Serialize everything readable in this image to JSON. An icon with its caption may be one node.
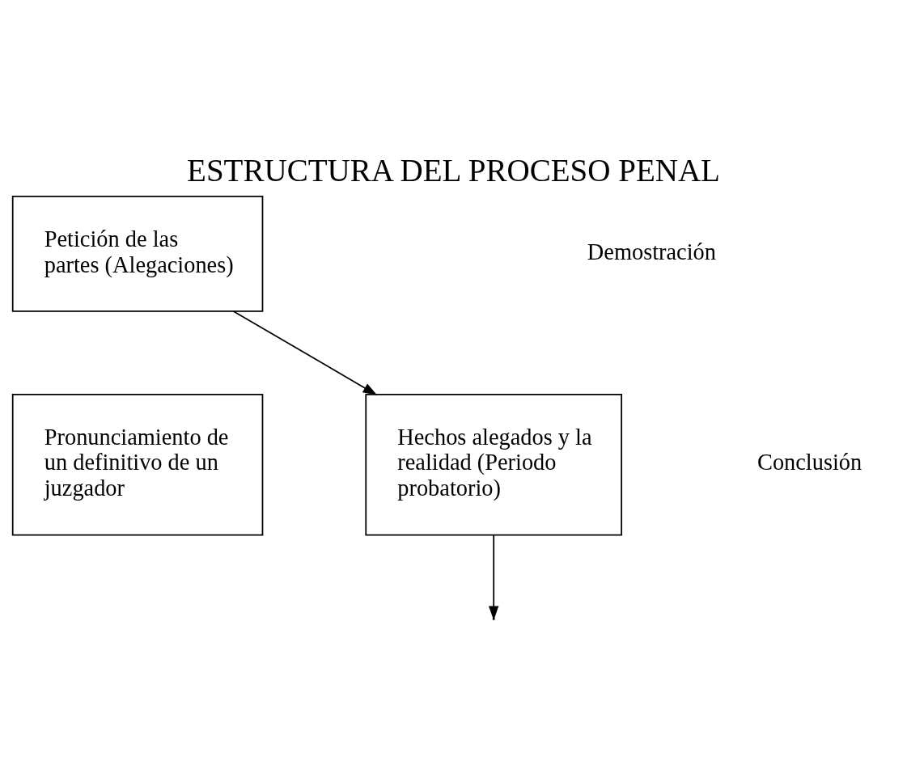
{
  "diagram": {
    "title": "ESTRUCTURA DEL PROCESO PENAL",
    "nodes": [
      {
        "text": [
          "Petición de las partes (Alegaciones)"
        ]
      },
      {
        "text": [
          "Hechos alegados y la realidad (Periodo probatorio)"
        ]
      },
      {
        "text": [
          "Pronunciamiento de un definitivo de un juzgador"
        ]
      }
    ],
    "edges": [
      {
        "from": 0,
        "to": 1,
        "arrow": "to"
      },
      {
        "from": 1,
        "to": null,
        "arrow": "to"
      }
    ],
    "labels": [
      "Demostración",
      "Conclusión"
    ]
  }
}
